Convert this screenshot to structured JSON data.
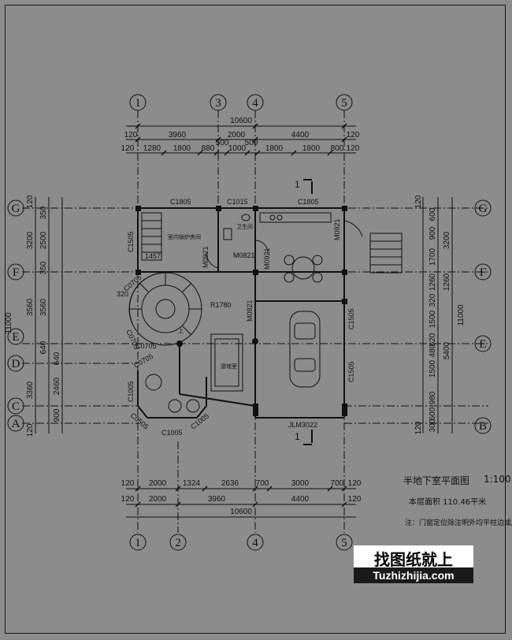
{
  "axes": {
    "top": [
      "1",
      "3",
      "4",
      "5"
    ],
    "bottom": [
      "1",
      "2",
      "4",
      "5"
    ],
    "left": [
      "G",
      "F",
      "E",
      "D",
      "C",
      "A"
    ],
    "right": [
      "G",
      "F",
      "E",
      "B"
    ]
  },
  "dims": {
    "top_total": "10600",
    "top_row1": [
      "120",
      "3960",
      "2000",
      "4400",
      "120"
    ],
    "top_row2": [
      "120",
      "1280",
      "1800",
      "880",
      "500",
      "1000",
      "500",
      "1800",
      "1800",
      "800",
      "120"
    ],
    "bottom_row1": [
      "120",
      "2000",
      "1324",
      "2636",
      "700",
      "3000",
      "700",
      "120"
    ],
    "bottom_row2": [
      "120",
      "2000",
      "3960",
      "4400",
      "120"
    ],
    "bottom_total": "10600",
    "left_outer": [
      "120",
      "3200",
      "3560",
      "3360",
      "120"
    ],
    "left_total": "11000",
    "left_inner": [
      "350",
      "2500",
      "350",
      "3560",
      "640",
      "640",
      "2460",
      "900"
    ],
    "right_outer": [
      "120",
      "3200",
      "1260",
      "5400",
      "120"
    ],
    "right_total": "11000",
    "right_inner": [
      "600",
      "900",
      "1700",
      "1260",
      "320",
      "1500",
      "620",
      "480",
      "1500",
      "980",
      "600",
      "300"
    ]
  },
  "labels": {
    "window_c1805_a": "C1805",
    "window_c1015": "C1015",
    "window_c1805_b": "C1805",
    "window_c1505_left": "C1505",
    "window_c1505_right_a": "C1505",
    "window_c1505_right_b": "C1505",
    "window_c1005_a": "C1005",
    "window_c1005_b": "C1005",
    "window_c1005_c": "C1005",
    "window_c0705_a": "C0705",
    "window_c0705_b": "C0705",
    "window_c0705_c": "C0705",
    "window_c0705_d": "C0705",
    "window_c0505": "C0505",
    "door_m0921_a": "M0921",
    "door_m0921_b": "M0921",
    "door_m0921_c": "M0921",
    "door_m0821_a": "M0821",
    "door_m0821_b": "M0821",
    "garage_door": "JLM3022",
    "dim_1457": "1457",
    "dim_320": "320",
    "radius": "R1780",
    "room_boiler": "室内锅炉房间",
    "room_bath": "卫生间",
    "room_game": "游戏室",
    "stair_up": "上",
    "section_top": "1",
    "section_bottom": "1"
  },
  "title": {
    "name": "半地下室平面图",
    "scale": "1:100",
    "area": "本层面积  110.46平米",
    "note": "注：门窗定位除注明外均平柱边或居"
  },
  "watermark": {
    "cn": "找图纸就上",
    "url": "Tuzhizhijia.com"
  }
}
